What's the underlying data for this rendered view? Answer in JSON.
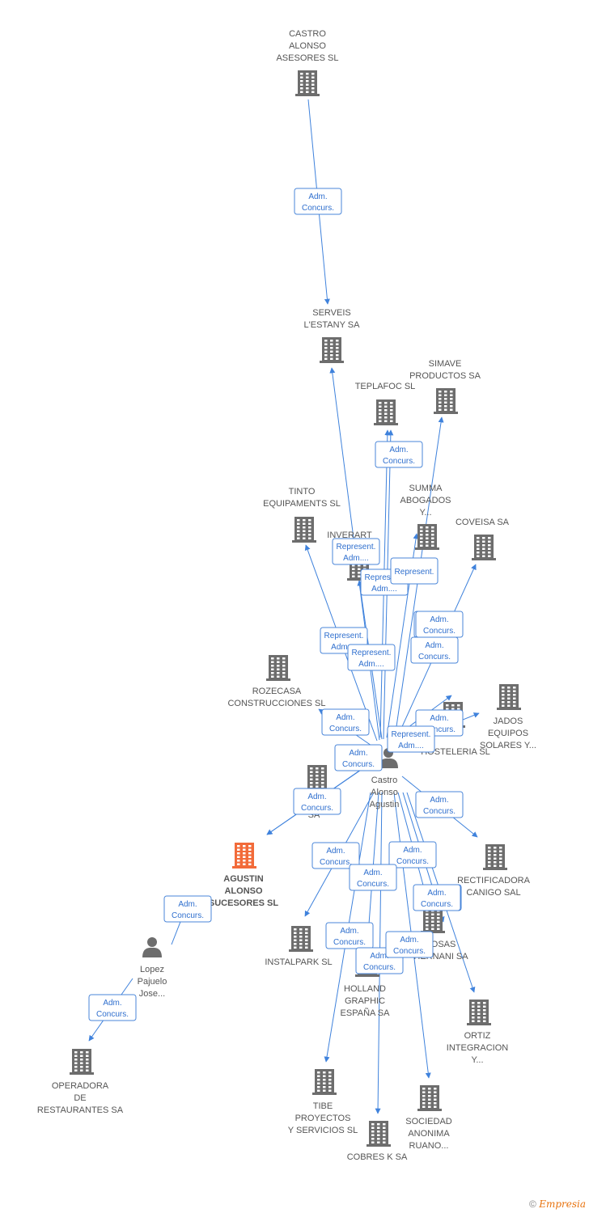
{
  "colors": {
    "company": "#6d6d6d",
    "main_company": "#f26b3a",
    "person": "#6d6d6d",
    "edge": "#3f82dc",
    "relation_text": "#2f6fce"
  },
  "footer": {
    "copyright": "©",
    "brand": "Empresia"
  },
  "nodes": [
    {
      "id": "castro_asesores",
      "type": "company",
      "label": [
        "CASTRO",
        "ALONSO",
        "ASESORES SL"
      ]
    },
    {
      "id": "serveis",
      "type": "company",
      "label": [
        "SERVEIS",
        "L'ESTANY SA"
      ]
    },
    {
      "id": "simave",
      "type": "company",
      "label": [
        "SIMAVE",
        "PRODUCTOS SA"
      ]
    },
    {
      "id": "teplafoc",
      "type": "company",
      "label": [
        "TEPLAFOC SL"
      ]
    },
    {
      "id": "summa",
      "type": "company",
      "label": [
        "SUMMA",
        "ABOGADOS",
        "Y..."
      ]
    },
    {
      "id": "tinto",
      "type": "company",
      "label": [
        "TINTO",
        "EQUIPAMENTS SL"
      ]
    },
    {
      "id": "inverart",
      "type": "company",
      "label": [
        "INVERART"
      ]
    },
    {
      "id": "coveisa",
      "type": "company",
      "label": [
        "COVEISA SA"
      ]
    },
    {
      "id": "rozecasa",
      "type": "company",
      "label": [
        "ROZECASA",
        "CONSTRUCCIONES SL"
      ]
    },
    {
      "id": "hosteleria",
      "type": "company",
      "label": [
        "HOSTELERIA SL"
      ]
    },
    {
      "id": "jados",
      "type": "company",
      "label": [
        "JADOS",
        "EQUIPOS",
        "SOLARES Y..."
      ]
    },
    {
      "id": "castro_person",
      "type": "person",
      "label": [
        "Castro",
        "Alonso",
        "Agustin"
      ]
    },
    {
      "id": "mo",
      "type": "company",
      "label": [
        "MO",
        "SA"
      ]
    },
    {
      "id": "agustin_alonso",
      "type": "main",
      "label": [
        "AGUSTIN",
        "ALONSO",
        "SUCESORES SL"
      ]
    },
    {
      "id": "rectificadora",
      "type": "company",
      "label": [
        "RECTIFICADORA",
        "CANIGO SAL"
      ]
    },
    {
      "id": "lopez",
      "type": "person",
      "label": [
        "Lopez",
        "Pajuelo",
        "Jose..."
      ]
    },
    {
      "id": "instalpark",
      "type": "company",
      "label": [
        "INSTALPARK SL"
      ]
    },
    {
      "id": "losas",
      "type": "company",
      "label": [
        "LOSAS",
        "HERNANI SA"
      ]
    },
    {
      "id": "holland",
      "type": "company",
      "label": [
        "HOLLAND",
        "GRAPHIC",
        "ESPAÑA SA"
      ]
    },
    {
      "id": "ortiz",
      "type": "company",
      "label": [
        "ORTIZ",
        "INTEGRACION",
        "Y..."
      ]
    },
    {
      "id": "operadora",
      "type": "company",
      "label": [
        "OPERADORA",
        "DE",
        "RESTAURANTES SA"
      ]
    },
    {
      "id": "tibe",
      "type": "company",
      "label": [
        "TIBE",
        "PROYECTOS",
        "Y SERVICIOS SL"
      ]
    },
    {
      "id": "sociedad",
      "type": "company",
      "label": [
        "SOCIEDAD",
        "ANONIMA",
        "RUANO..."
      ]
    },
    {
      "id": "cobres",
      "type": "company",
      "label": [
        "COBRES K SA"
      ]
    }
  ],
  "relations": [
    {
      "id": "r1",
      "from": "castro_asesores",
      "to": "serveis",
      "label": [
        "Adm.",
        "Concurs."
      ]
    },
    {
      "id": "r2",
      "from": "castro_person",
      "to": "serveis",
      "label": [
        "Represent.",
        "Adm...."
      ]
    },
    {
      "id": "r3",
      "from": "castro_person",
      "to": "teplafoc",
      "label": [
        "Adm.",
        "Concurs."
      ]
    },
    {
      "id": "r4",
      "from": "castro_person",
      "to": "simave",
      "label": [
        "Adm.",
        "Concurs."
      ]
    },
    {
      "id": "r5",
      "from": "castro_person",
      "to": "teplafoc",
      "label": [
        "Represent.",
        "Adm...."
      ]
    },
    {
      "id": "r6",
      "from": "castro_person",
      "to": "summa",
      "label": [
        "Represent.",
        ""
      ]
    },
    {
      "id": "r7",
      "from": "castro_person",
      "to": "tinto",
      "label": [
        "Represent.",
        "Adm...."
      ]
    },
    {
      "id": "r8",
      "from": "castro_person",
      "to": "inverart",
      "label": [
        "Represent.",
        "Adm...."
      ]
    },
    {
      "id": "r9",
      "from": "castro_person",
      "to": "coveisa",
      "label": [
        "Adm.",
        "Concurs."
      ]
    },
    {
      "id": "r10",
      "from": "castro_person",
      "to": "hosteleria",
      "label": [
        "Adm.",
        "Concurs."
      ]
    },
    {
      "id": "r11",
      "from": "castro_person",
      "to": "rozecasa",
      "label": [
        "Adm.",
        "Concurs."
      ]
    },
    {
      "id": "r12",
      "from": "castro_person",
      "to": "jados",
      "label": [
        "Adm.",
        "Concurs."
      ]
    },
    {
      "id": "r13",
      "from": "castro_person",
      "to": "hosteleria",
      "label": [
        "Represent.",
        "Adm...."
      ]
    },
    {
      "id": "r14",
      "from": "castro_person",
      "to": "mo",
      "label": [
        "Adm.",
        "Concurs."
      ]
    },
    {
      "id": "r15",
      "from": "castro_person",
      "to": "agustin_alonso",
      "label": [
        "Adm.",
        "Concurs."
      ]
    },
    {
      "id": "r16",
      "from": "castro_person",
      "to": "rectificadora",
      "label": [
        "Adm.",
        "Concurs."
      ]
    },
    {
      "id": "r17",
      "from": "castro_person",
      "to": "instalpark",
      "label": [
        "Adm.",
        "Concurs."
      ]
    },
    {
      "id": "r18",
      "from": "castro_person",
      "to": "losas",
      "label": [
        "Adm.",
        "Concurs."
      ]
    },
    {
      "id": "r19",
      "from": "castro_person",
      "to": "holland",
      "label": [
        "Adm.",
        "Concurs."
      ]
    },
    {
      "id": "r20",
      "from": "castro_person",
      "to": "ortiz",
      "label": [
        "Adm.",
        "Concurs."
      ]
    },
    {
      "id": "r21",
      "from": "castro_person",
      "to": "tibe",
      "label": [
        "Adm.",
        "Concurs."
      ]
    },
    {
      "id": "r22",
      "from": "castro_person",
      "to": "cobres",
      "label": [
        "Adm.",
        "Concurs."
      ]
    },
    {
      "id": "r23",
      "from": "castro_person",
      "to": "sociedad",
      "label": [
        "Adm.",
        "Concurs."
      ]
    },
    {
      "id": "r24",
      "from": "castro_person",
      "to": "losas",
      "label": [
        "Adm.",
        "Concurs."
      ]
    },
    {
      "id": "r25",
      "from": "lopez",
      "to": "agustin_alonso",
      "label": [
        "Adm.",
        "Concurs."
      ]
    },
    {
      "id": "r26",
      "from": "lopez",
      "to": "operadora",
      "label": [
        "Adm.",
        "Concurs."
      ]
    }
  ]
}
